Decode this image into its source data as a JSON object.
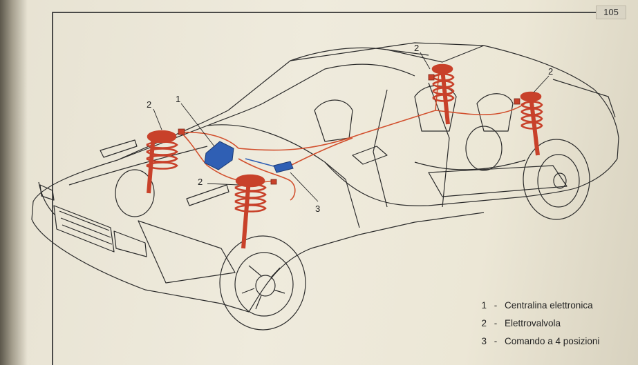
{
  "page": {
    "number": "105"
  },
  "callouts": {
    "control_unit": "1",
    "valve_front_left": "2",
    "valve_front_right": "2",
    "valve_rear_left": "2",
    "valve_rear_right": "2",
    "selector": "3"
  },
  "legend": [
    {
      "num": "1",
      "dash": "-",
      "label": "Centralina elettronica"
    },
    {
      "num": "2",
      "dash": "-",
      "label": "Elettrovalvola"
    },
    {
      "num": "3",
      "dash": "-",
      "label": "Comando a 4 posizioni"
    }
  ],
  "colors": {
    "suspension_red": "#c8412a",
    "wiring_red": "#d2502e",
    "control_unit_blue": "#2f5fb4",
    "line_art": "#2b2b2b"
  }
}
